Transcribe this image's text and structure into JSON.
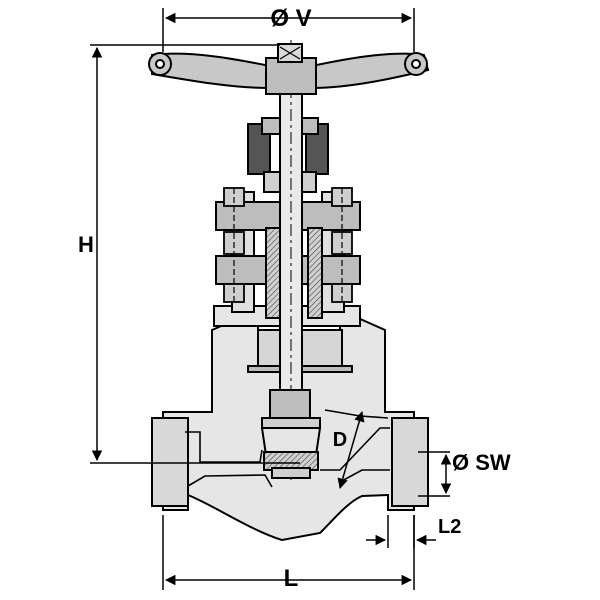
{
  "labels": {
    "v": "Ø V",
    "h": "H",
    "d": "D",
    "sw": "Ø SW",
    "l2": "L2",
    "l": "L"
  },
  "colors": {
    "line": "#000000",
    "body_fill": "#e6e6e6",
    "part_fill": "#bdbdbd",
    "dark_fill": "#555555",
    "background": "#ffffff"
  }
}
